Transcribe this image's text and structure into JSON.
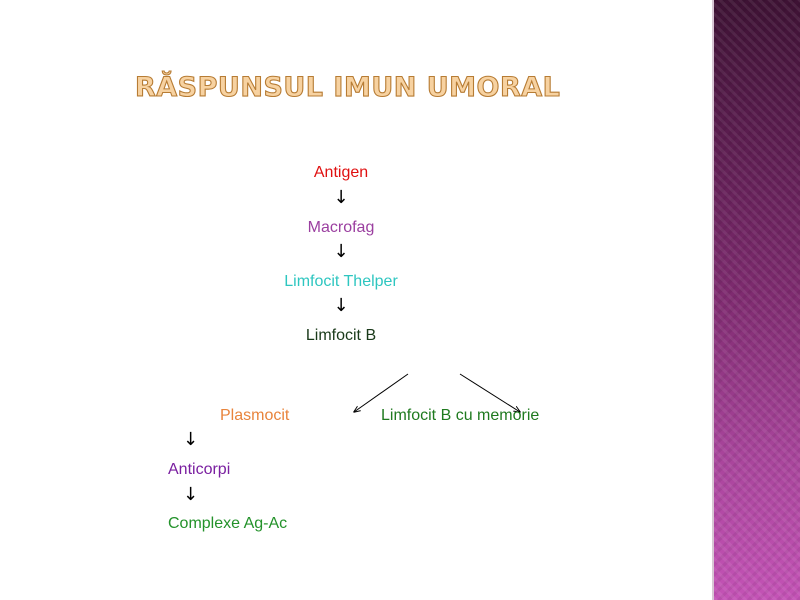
{
  "slide": {
    "title": "RĂSPUNSUL IMUN UMORAL"
  },
  "diagram": {
    "arrow_glyph": "↓",
    "nodes": {
      "antigen": {
        "label": "Antigen",
        "color": "#e01010"
      },
      "macrofag": {
        "label": "Macrofag",
        "color": "#9b3fa0"
      },
      "limfocit_thelper": {
        "label": "Limfocit Thelper",
        "color": "#2ec6c0"
      },
      "limfocit_b": {
        "label": "Limfocit B",
        "color": "#1a3a1a"
      },
      "plasmocit": {
        "label": "Plasmocit",
        "color": "#e8843c"
      },
      "limfocit_b_memorie": {
        "label": "Limfocit B cu memorie",
        "color": "#1f7a1f"
      },
      "anticorpi": {
        "label": "Anticorpi",
        "color": "#7a1fa0"
      },
      "complexe": {
        "label": "Complexe Ag-Ac",
        "color": "#23922a"
      }
    },
    "edges": [
      {
        "from": "antigen",
        "to": "macrofag"
      },
      {
        "from": "macrofag",
        "to": "limfocit_thelper"
      },
      {
        "from": "limfocit_thelper",
        "to": "limfocit_b"
      },
      {
        "from": "limfocit_b",
        "to": "plasmocit"
      },
      {
        "from": "limfocit_b",
        "to": "limfocit_b_memorie"
      },
      {
        "from": "plasmocit",
        "to": "anticorpi"
      },
      {
        "from": "anticorpi",
        "to": "complexe"
      }
    ]
  }
}
